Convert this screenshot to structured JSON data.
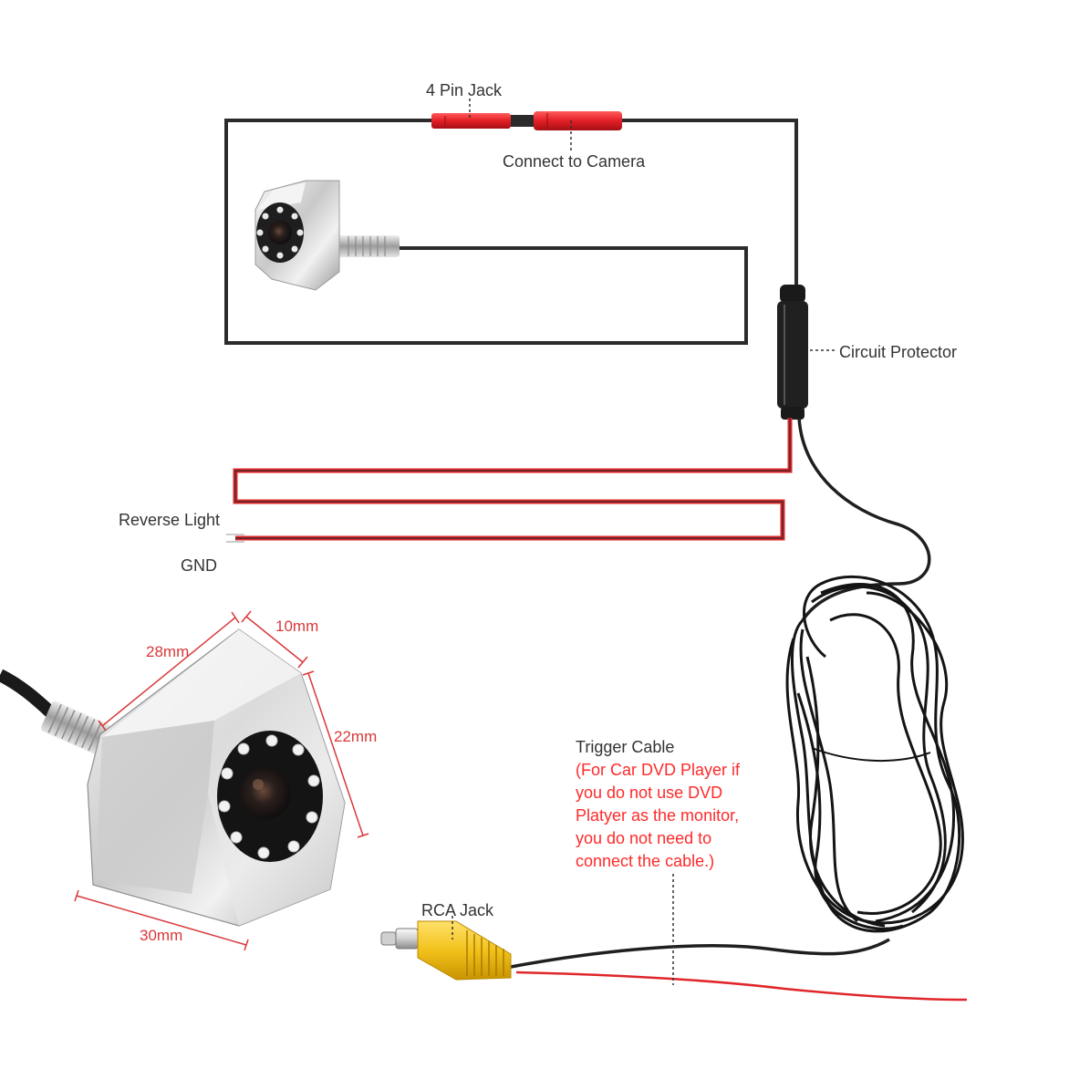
{
  "labels": {
    "four_pin_jack": "4 Pin Jack",
    "connect_to_camera": "Connect to Camera",
    "circuit_protector": "Circuit Protector",
    "reverse_light": "Reverse Light",
    "gnd": "GND",
    "trigger_cable": "Trigger Cable",
    "rca_jack": "RCA Jack"
  },
  "trigger_note": [
    "(For Car DVD Player if",
    "you do not use DVD",
    "Platyer as the monitor,",
    "you do not need to",
    "connect the cable.)"
  ],
  "dimensions": {
    "depth": "28mm",
    "top": "10mm",
    "height": "22mm",
    "width": "30mm"
  },
  "colors": {
    "wire_black": "#2b2b2b",
    "wire_red": "#e0262a",
    "jack_red": "#e21f26",
    "rca_yellow": "#f2c21b",
    "chrome": "#d8d8d8",
    "dim_red": "#d9383a",
    "note_red": "#ff2a2a"
  }
}
